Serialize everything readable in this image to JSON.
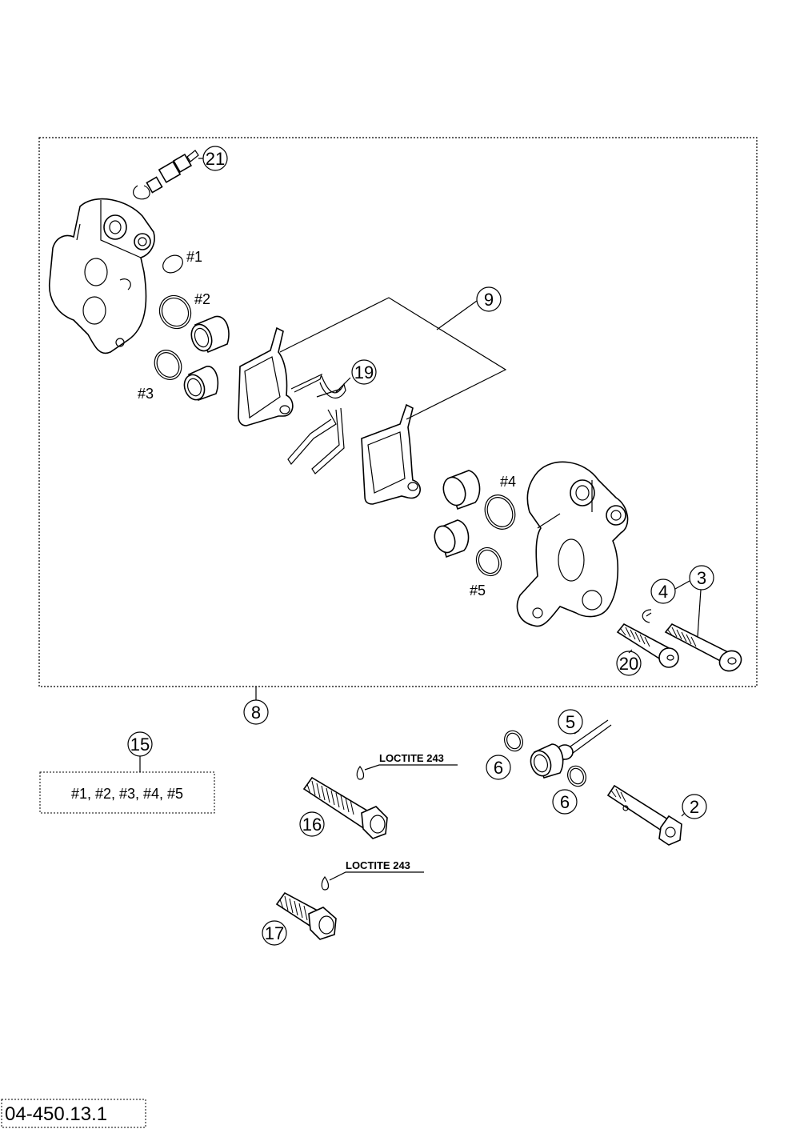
{
  "diagram": {
    "callouts": {
      "c21": "21",
      "c9": "9",
      "c19": "19",
      "c4": "4",
      "c3": "3",
      "c20": "20",
      "c8": "8",
      "c15": "15",
      "c5": "5",
      "c6a": "6",
      "c6b": "6",
      "c2": "2",
      "c16": "16",
      "c17": "17"
    },
    "seal_tags": {
      "s1": "#1",
      "s2": "#2",
      "s3": "#3",
      "s4": "#4",
      "s5": "#5"
    },
    "kit_box_text": "#1, #2, #3, #4, #5",
    "loctite_labels": [
      "LOCTITE 243",
      "LOCTITE 243"
    ],
    "drawing_code": "04-450.13.1"
  }
}
